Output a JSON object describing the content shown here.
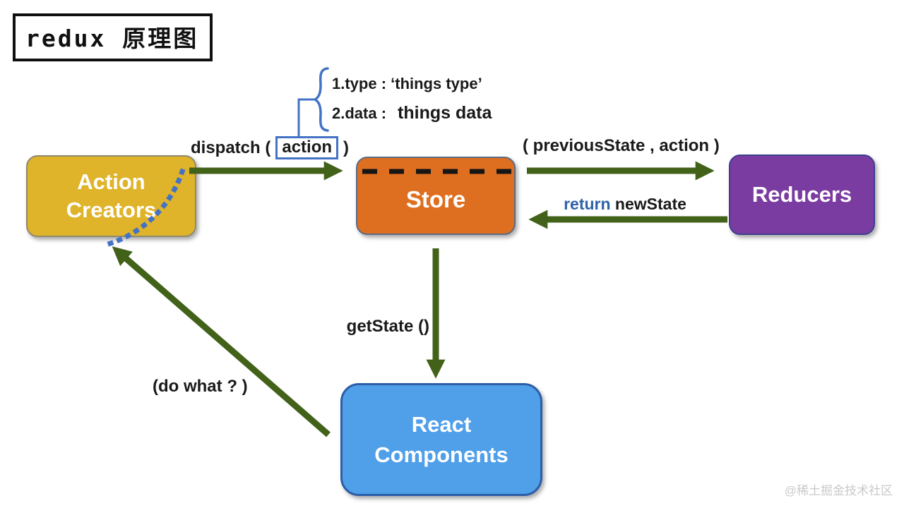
{
  "title": "redux 原理图",
  "annotation": {
    "line1": "1.type : ‘things type’",
    "line2_key": "2.data :",
    "line2_value": "things data"
  },
  "edges": {
    "dispatch_prefix": "dispatch (",
    "dispatch_action": "action",
    "dispatch_suffix": ")",
    "store_to_reducers": "( previousState , action )",
    "return_keyword": "return",
    "return_value": "newState",
    "get_state": "getState ()",
    "do_what": "(do what ? )"
  },
  "nodes": {
    "action_creators": {
      "label": "Action Creators",
      "fill": "#DFB32A"
    },
    "store": {
      "label": "Store",
      "fill": "#DF6F20"
    },
    "reducers": {
      "label": "Reducers",
      "fill": "#7B3CA1"
    },
    "react_components": {
      "label": "React Components",
      "fill": "#4F9FE9"
    }
  },
  "colors": {
    "arrow_green": "#426119",
    "annotation_blue": "#4472C4",
    "return_blue": "#2E62A8",
    "store_dash_black": "#161616"
  },
  "watermark": "@稀土掘金技术社区"
}
